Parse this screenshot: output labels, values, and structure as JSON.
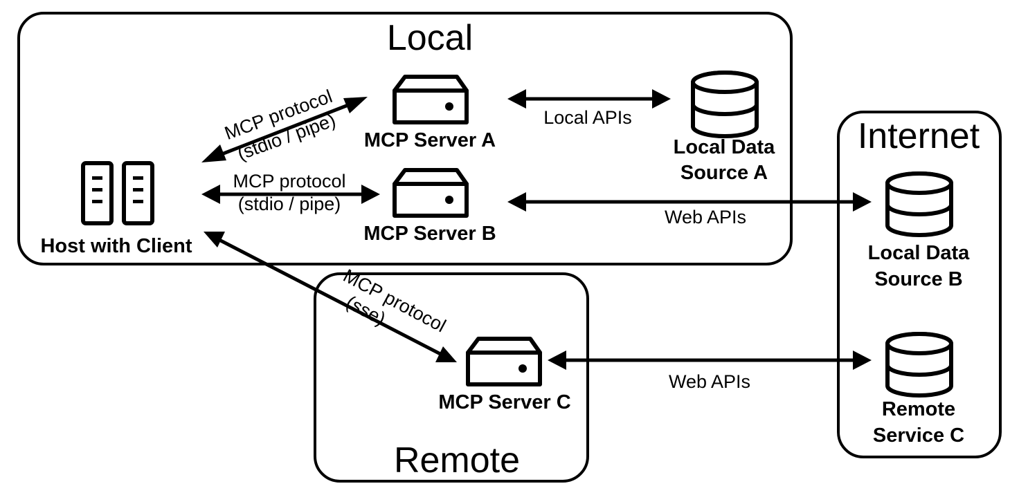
{
  "regions": {
    "local": "Local",
    "internet": "Internet",
    "remote": "Remote"
  },
  "nodes": {
    "host": "Host with Client",
    "server_a": "MCP Server A",
    "server_b": "MCP Server B",
    "server_c": "MCP Server C",
    "data_a": [
      "Local Data",
      "Source A"
    ],
    "data_b": [
      "Local Data",
      "Source B"
    ],
    "service_c": [
      "Remote",
      "Service C"
    ]
  },
  "edges": {
    "host_a": [
      "MCP protocol",
      "(stdio / pipe)"
    ],
    "host_b": [
      "MCP protocol",
      "(stdio / pipe)"
    ],
    "host_c": [
      "MCP protocol",
      "(sse)"
    ],
    "a_data": "Local APIs",
    "b_data": "Web APIs",
    "c_service": "Web APIs"
  },
  "icons": {
    "host": "server-rack-icon",
    "server": "server-box-icon",
    "data": "database-icon"
  }
}
